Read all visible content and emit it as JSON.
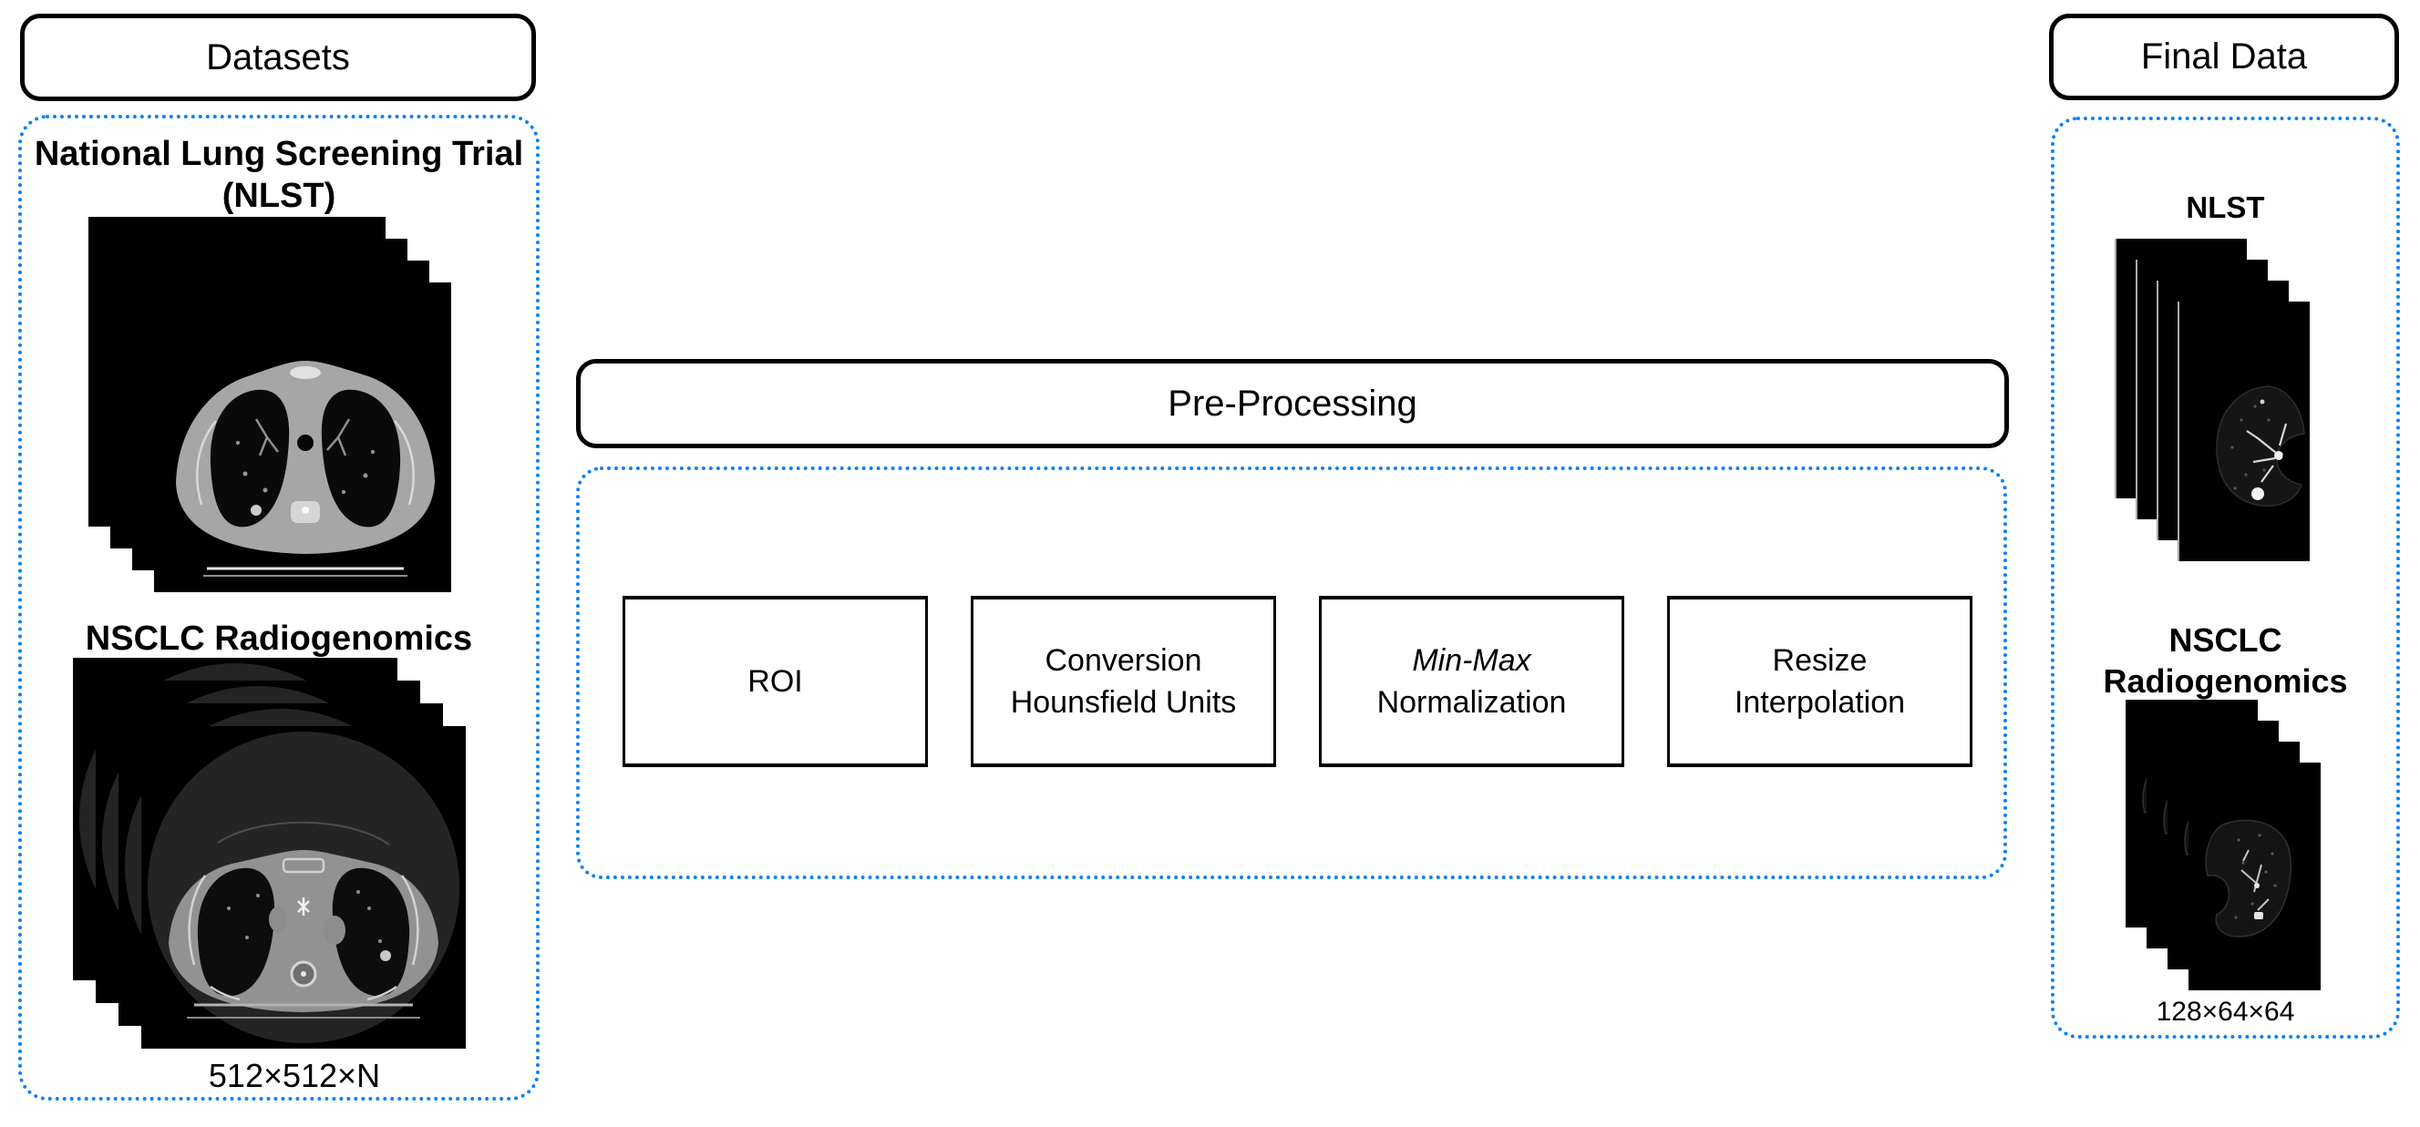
{
  "diagram": {
    "left": {
      "header": "Datasets",
      "nlst_title_line1": "National Lung Screening Trial",
      "nlst_title_line2": "(NLST)",
      "nsclc_title": "NSCLC Radiogenomics",
      "dimensions_label": "512×512×N"
    },
    "middle": {
      "header": "Pre-Processing",
      "steps": [
        {
          "line1": "ROI",
          "line2": "",
          "line1_style": ""
        },
        {
          "line1": "Conversion",
          "line2": "Hounsfield Units",
          "line1_style": ""
        },
        {
          "line1": "Min-Max",
          "line2": "Normalization",
          "line1_style": "font-style:italic"
        },
        {
          "line1": "Resize",
          "line2": "Interpolation",
          "line1_style": ""
        }
      ]
    },
    "right": {
      "header": "Final Data",
      "nlst_title": "NLST",
      "nsclc_title_line1": "NSCLC",
      "nsclc_title_line2": "Radiogenomics",
      "dimensions_label": "128×64×64"
    },
    "colors": {
      "accent_blue": "#0a82f2",
      "line_black": "#000000"
    }
  }
}
